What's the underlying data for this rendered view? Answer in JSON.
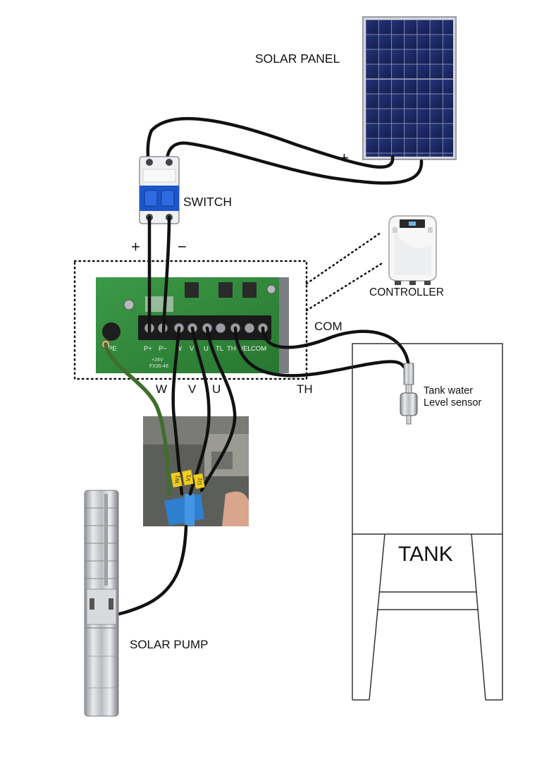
{
  "labels": {
    "solar_panel": "SOLAR PANEL",
    "switch": "SWITCH",
    "controller": "CONTROLLER",
    "solar_pump": "SOLAR PUMP",
    "tank": "TANK",
    "sensor_line1": "Tank water",
    "sensor_line2": "Level sensor",
    "com": "COM",
    "th": "TH",
    "plus_panel": "+",
    "plus": "+",
    "minus": "−",
    "w": "W",
    "v": "V",
    "u": "U"
  },
  "terminals": [
    "PE",
    "P+",
    "P−",
    "W",
    "V",
    "U",
    "TL",
    "TH",
    "WEL",
    "COM"
  ],
  "wire_tags": [
    "W1",
    "V1",
    "U1"
  ],
  "board_marks": [
    "+24V",
    "FX35-48"
  ],
  "colors": {
    "wire": "#111111",
    "panel_frame": "#c9ccd2",
    "panel_cell": "#1d2a63",
    "board_green": "#2f8a3c",
    "terminal_block": "#1a1a1a",
    "breaker_blue": "#1c56c8",
    "tank_outline": "#333333",
    "tag_yellow": "#f0cc1c",
    "pump_steel": "#c8cbcf"
  },
  "icons": {
    "solar_panel": "solar-panel-icon",
    "switch": "breaker-switch-icon",
    "controller": "controller-icon",
    "pump": "submersible-pump-icon",
    "sensor": "float-sensor-icon"
  }
}
